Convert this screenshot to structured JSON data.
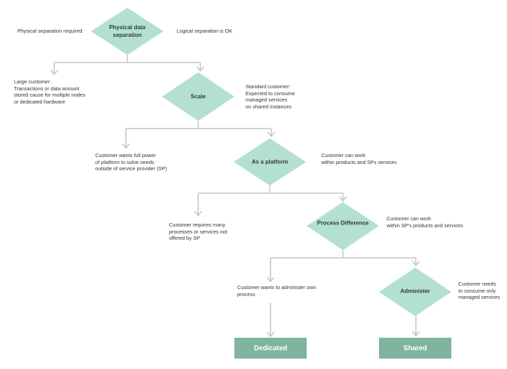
{
  "colors": {
    "diamond_fill": "#b4e0cf",
    "box_fill": "#7fb59f",
    "connector": "#c4c4c4"
  },
  "nodes": {
    "physical": {
      "label_line1": "Physical data",
      "label_line2": "separation"
    },
    "scale": {
      "label": "Scale"
    },
    "platform": {
      "label": "As a platform"
    },
    "process": {
      "label": "Process Difference"
    },
    "administer": {
      "label": "Administer"
    }
  },
  "outcomes": {
    "dedicated": "Dedicated",
    "shared": "Shared"
  },
  "labels": {
    "physical_left": "Physical separation required",
    "physical_right": "Logical separation is OK",
    "scale_left": [
      "Large customer:",
      "Transactions or data amount",
      "stored cause for multiple nodes",
      "or dedicated hardware"
    ],
    "scale_right": [
      "Standard customer:",
      "Expected to consume",
      "managed services",
      "on shared instances"
    ],
    "platform_left": [
      "Customer wants full power",
      "of platform to solve needs",
      "outside of service provider (SP)"
    ],
    "platform_right": [
      "Customer can work",
      "within products and SPs services"
    ],
    "process_left": [
      "Customer requires many",
      "processes or services not",
      "offered by SP"
    ],
    "process_right": [
      "Customer can work",
      "within SP's products and services"
    ],
    "administer_left": [
      "Customer wants to administer own",
      "process"
    ],
    "administer_right": [
      "Customer needs",
      "to consume only",
      "managed services"
    ]
  }
}
